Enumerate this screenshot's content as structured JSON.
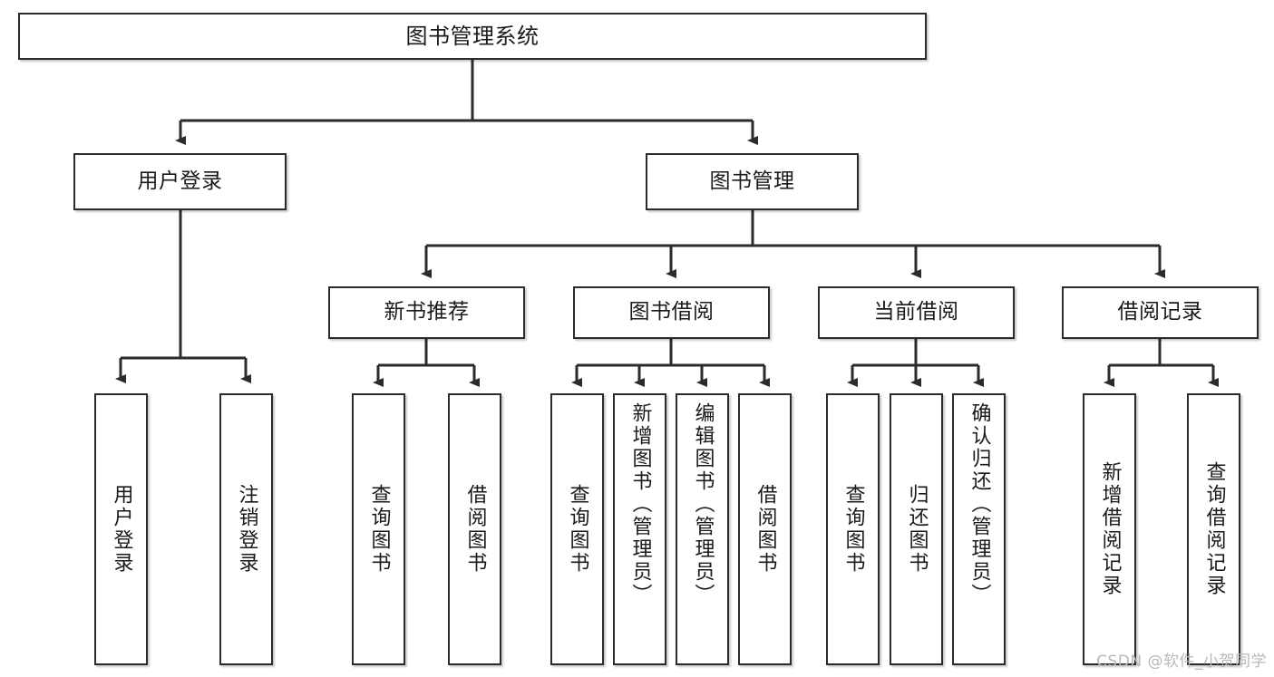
{
  "diagram": {
    "title": "图书管理系统",
    "type": "功能结构图",
    "watermark": "CSDN @软件_小贺同学",
    "colors": {
      "node_border": "#2b2b2b",
      "node_fill": "#ffffff",
      "edge": "#2b2b2b",
      "text": "#1a1a1a",
      "watermark": "#b9b9b9"
    },
    "nodes": {
      "root": {
        "label": "图书管理系统",
        "level": 0,
        "orientation": "horizontal"
      },
      "user_login": {
        "label": "用户登录",
        "level": 1,
        "orientation": "horizontal"
      },
      "book_manage": {
        "label": "图书管理",
        "level": 1,
        "orientation": "horizontal"
      },
      "new_book_rec": {
        "label": "新书推荐",
        "level": 2,
        "orientation": "horizontal"
      },
      "book_borrow": {
        "label": "图书借阅",
        "level": 2,
        "orientation": "horizontal"
      },
      "current_borrow": {
        "label": "当前借阅",
        "level": 2,
        "orientation": "horizontal"
      },
      "borrow_record": {
        "label": "借阅记录",
        "level": 2,
        "orientation": "horizontal"
      },
      "leaf_user_login": {
        "label": "用户登录",
        "level": 2,
        "orientation": "vertical"
      },
      "leaf_logout": {
        "label": "注销登录",
        "level": 2,
        "orientation": "vertical"
      },
      "leaf_query_book_a": {
        "label": "查询图书",
        "level": 3,
        "orientation": "vertical"
      },
      "leaf_borrow_book_a": {
        "label": "借阅图书",
        "level": 3,
        "orientation": "vertical"
      },
      "leaf_query_book_b": {
        "label": "查询图书",
        "level": 3,
        "orientation": "vertical"
      },
      "leaf_add_book": {
        "label": "新增图书（管理员）",
        "level": 3,
        "orientation": "vertical"
      },
      "leaf_edit_book": {
        "label": "编辑图书（管理员）",
        "level": 3,
        "orientation": "vertical"
      },
      "leaf_borrow_book_b": {
        "label": "借阅图书",
        "level": 3,
        "orientation": "vertical"
      },
      "leaf_query_book_c": {
        "label": "查询图书",
        "level": 3,
        "orientation": "vertical"
      },
      "leaf_return_book": {
        "label": "归还图书",
        "level": 3,
        "orientation": "vertical"
      },
      "leaf_confirm_return": {
        "label": "确认归还（管理员）",
        "level": 3,
        "orientation": "vertical"
      },
      "leaf_add_record": {
        "label": "新增借阅记录",
        "level": 3,
        "orientation": "vertical"
      },
      "leaf_query_record": {
        "label": "查询借阅记录",
        "level": 3,
        "orientation": "vertical"
      }
    },
    "edges": [
      {
        "from": "root",
        "to": "user_login"
      },
      {
        "from": "root",
        "to": "book_manage"
      },
      {
        "from": "user_login",
        "to": "leaf_user_login"
      },
      {
        "from": "user_login",
        "to": "leaf_logout"
      },
      {
        "from": "book_manage",
        "to": "new_book_rec"
      },
      {
        "from": "book_manage",
        "to": "book_borrow"
      },
      {
        "from": "book_manage",
        "to": "current_borrow"
      },
      {
        "from": "book_manage",
        "to": "borrow_record"
      },
      {
        "from": "new_book_rec",
        "to": "leaf_query_book_a"
      },
      {
        "from": "new_book_rec",
        "to": "leaf_borrow_book_a"
      },
      {
        "from": "book_borrow",
        "to": "leaf_query_book_b"
      },
      {
        "from": "book_borrow",
        "to": "leaf_add_book"
      },
      {
        "from": "book_borrow",
        "to": "leaf_edit_book"
      },
      {
        "from": "book_borrow",
        "to": "leaf_borrow_book_b"
      },
      {
        "from": "current_borrow",
        "to": "leaf_query_book_c"
      },
      {
        "from": "current_borrow",
        "to": "leaf_return_book"
      },
      {
        "from": "current_borrow",
        "to": "leaf_confirm_return"
      },
      {
        "from": "borrow_record",
        "to": "leaf_add_record"
      },
      {
        "from": "borrow_record",
        "to": "leaf_query_record"
      }
    ]
  }
}
